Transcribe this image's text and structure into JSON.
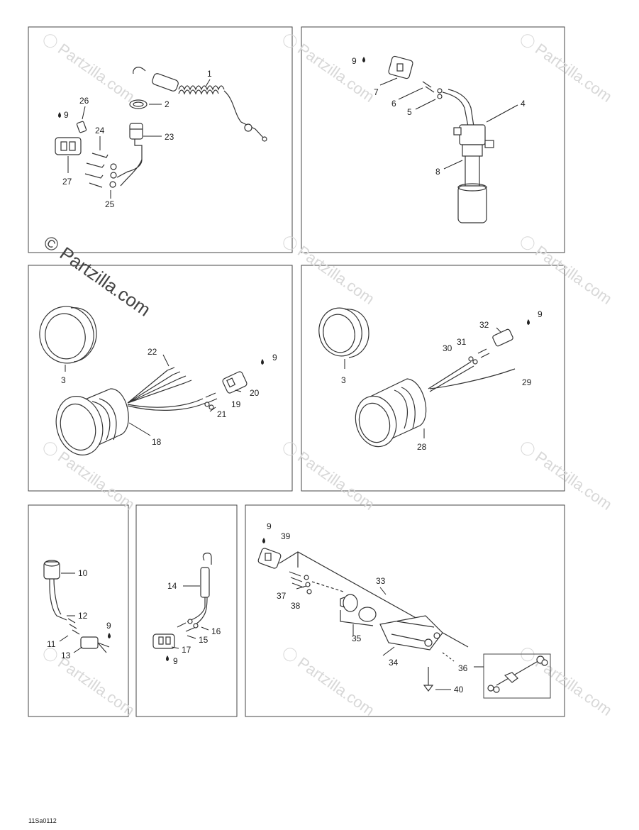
{
  "labels": {
    "l1": "1",
    "l2": "2",
    "l23": "23",
    "l26": "26",
    "l24": "24",
    "l9a": "9",
    "l27": "27",
    "l25": "25",
    "l9b": "9",
    "l7": "7",
    "l6": "6",
    "l5": "5",
    "l4": "4",
    "l8": "8",
    "l3a": "3",
    "l22": "22",
    "l9c": "9",
    "l20": "20",
    "l19": "19",
    "l21": "21",
    "l18": "18",
    "l32": "32",
    "l9d": "9",
    "l31": "31",
    "l30": "30",
    "l3b": "3",
    "l29": "29",
    "l28": "28",
    "l10": "10",
    "l12": "12",
    "l9e": "9",
    "l11": "11",
    "l13": "13",
    "l14": "14",
    "l16": "16",
    "l15": "15",
    "l17": "17",
    "l9f": "9",
    "l9g": "9",
    "l39": "39",
    "l33": "33",
    "l37": "37",
    "l38": "38",
    "l35": "35",
    "l34": "34",
    "l36": "36",
    "l40": "40"
  },
  "watermark": {
    "text": "Partzilla.com",
    "big_text": "Partzilla.com",
    "copyright": "©"
  },
  "drawing_code": "11Sa0112"
}
